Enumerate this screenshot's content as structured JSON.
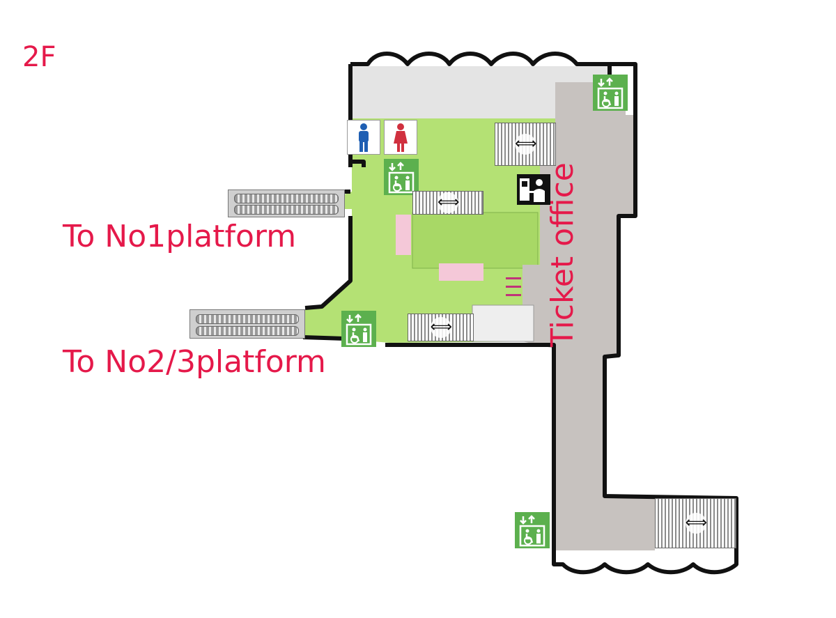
{
  "floor_label": "2F",
  "directions": {
    "to_platform_1": "To No1platform",
    "to_platform_23": "To No2/3platform"
  },
  "ticket_office_label": "Ticket office",
  "icons": {
    "elevator": "elevator-icon",
    "mens_restroom": "mens-restroom-icon",
    "womens_restroom": "womens-restroom-icon",
    "ticket_machine": "ticket-machine-icon",
    "ticket_gate": "ticket-gate-icon",
    "escalator": "escalator-icon"
  },
  "colors": {
    "label": "#e5194a",
    "concourse": "#b4e174",
    "corridor": "#c7c2bf",
    "upper_area": "#e4e4e4",
    "elevator": "#5cb04e",
    "pink_zone": "#f4c8d8",
    "wall": "#111111"
  }
}
